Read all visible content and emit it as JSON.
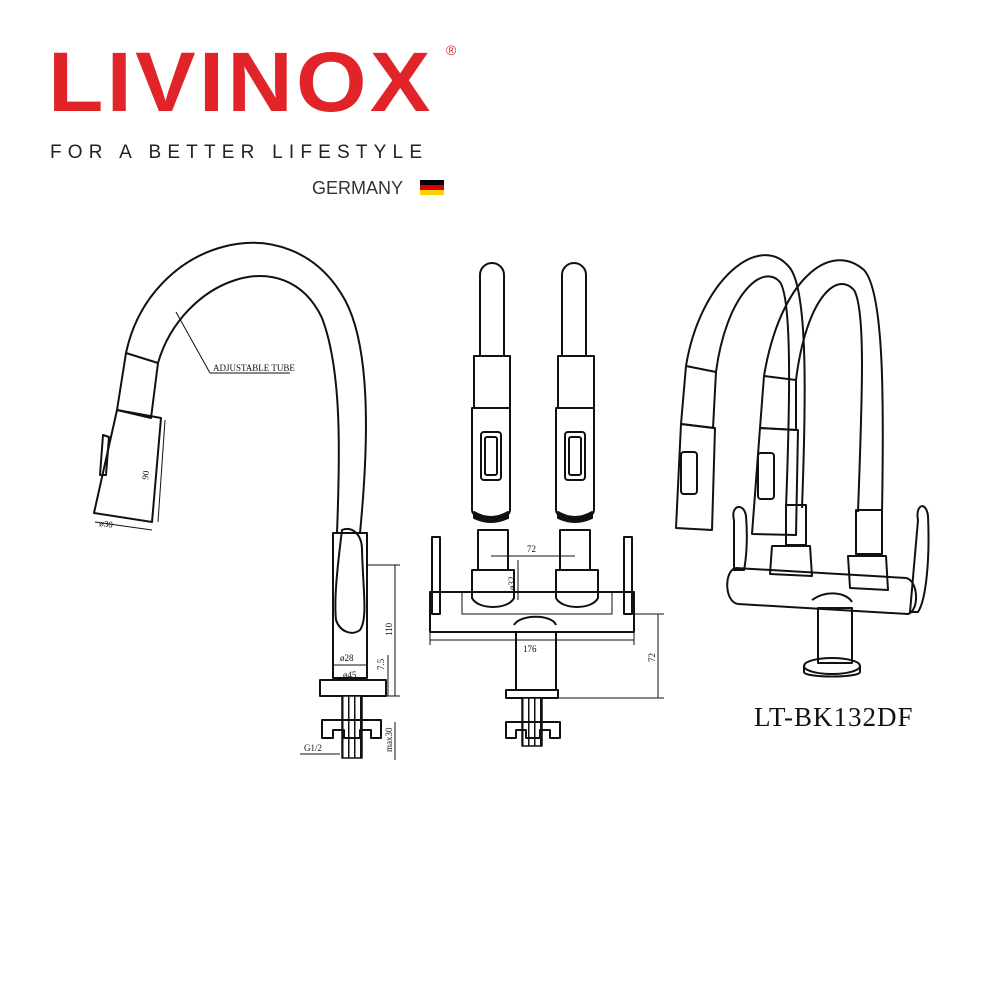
{
  "brand": {
    "name": "LIVINOX",
    "registered_mark": "®",
    "tagline": "FOR A BETTER LIFESTYLE",
    "country": "GERMANY",
    "brand_color": "#e0242a",
    "flag_colors": [
      "#000000",
      "#dd0000",
      "#ffce00"
    ]
  },
  "labels": {
    "adjustable_tube": "ADJUSTABLE TUBE",
    "spray_dia": "ø30",
    "spray_len": "90",
    "body_dia": "ø28",
    "base_dia": "ø45",
    "height_110": "110",
    "flange_7_5": "7.5",
    "max30": "max30",
    "thread": "G1/2",
    "spacing_72": "72",
    "valve_dia": "ø32",
    "width_176": "176",
    "height_72": "72"
  },
  "model": "LT-BK132DF"
}
